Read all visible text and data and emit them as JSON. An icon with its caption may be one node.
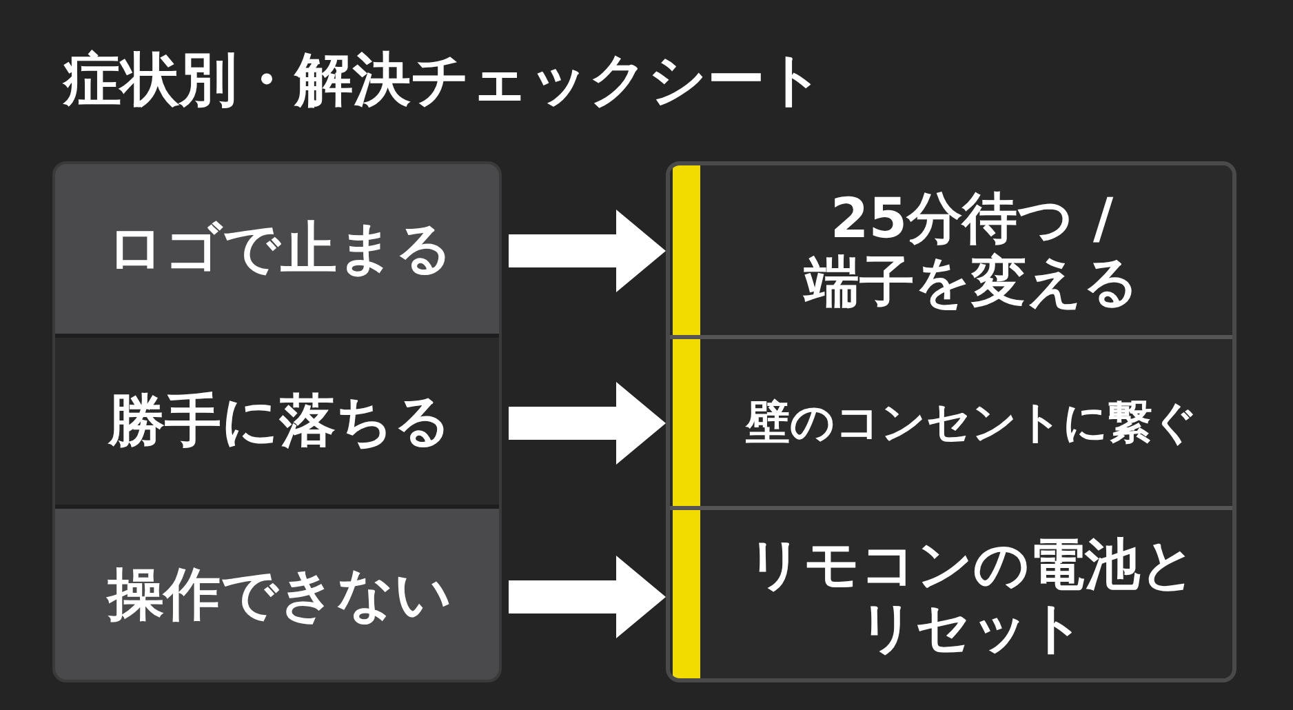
{
  "diagram": {
    "title": "症状別・解決チェックシート",
    "nodes": [
      {
        "text": [],
        "shape": "box"
      },
      {
        "text": [
          "ロゴで止まる"
        ],
        "in": 0
      },
      {
        "text": [
          "勝手に落ちる"
        ],
        "in": 0
      },
      {
        "text": [
          "操作できない"
        ],
        "in": 0
      },
      {
        "text": [],
        "shape": "box"
      },
      {
        "text": [
          "25分待つ / 端子を変える"
        ],
        "in": 4
      },
      {
        "text": [
          "壁のコンセントに繋ぐ"
        ],
        "in": 4
      },
      {
        "text": [
          "リモコンの電池とリセット"
        ],
        "in": 4
      }
    ],
    "edges": [
      {
        "from": 1,
        "to": 5,
        "arrow": "to"
      },
      {
        "from": 2,
        "to": 6,
        "arrow": "to"
      },
      {
        "from": 3,
        "to": 7,
        "arrow": "to"
      }
    ]
  }
}
